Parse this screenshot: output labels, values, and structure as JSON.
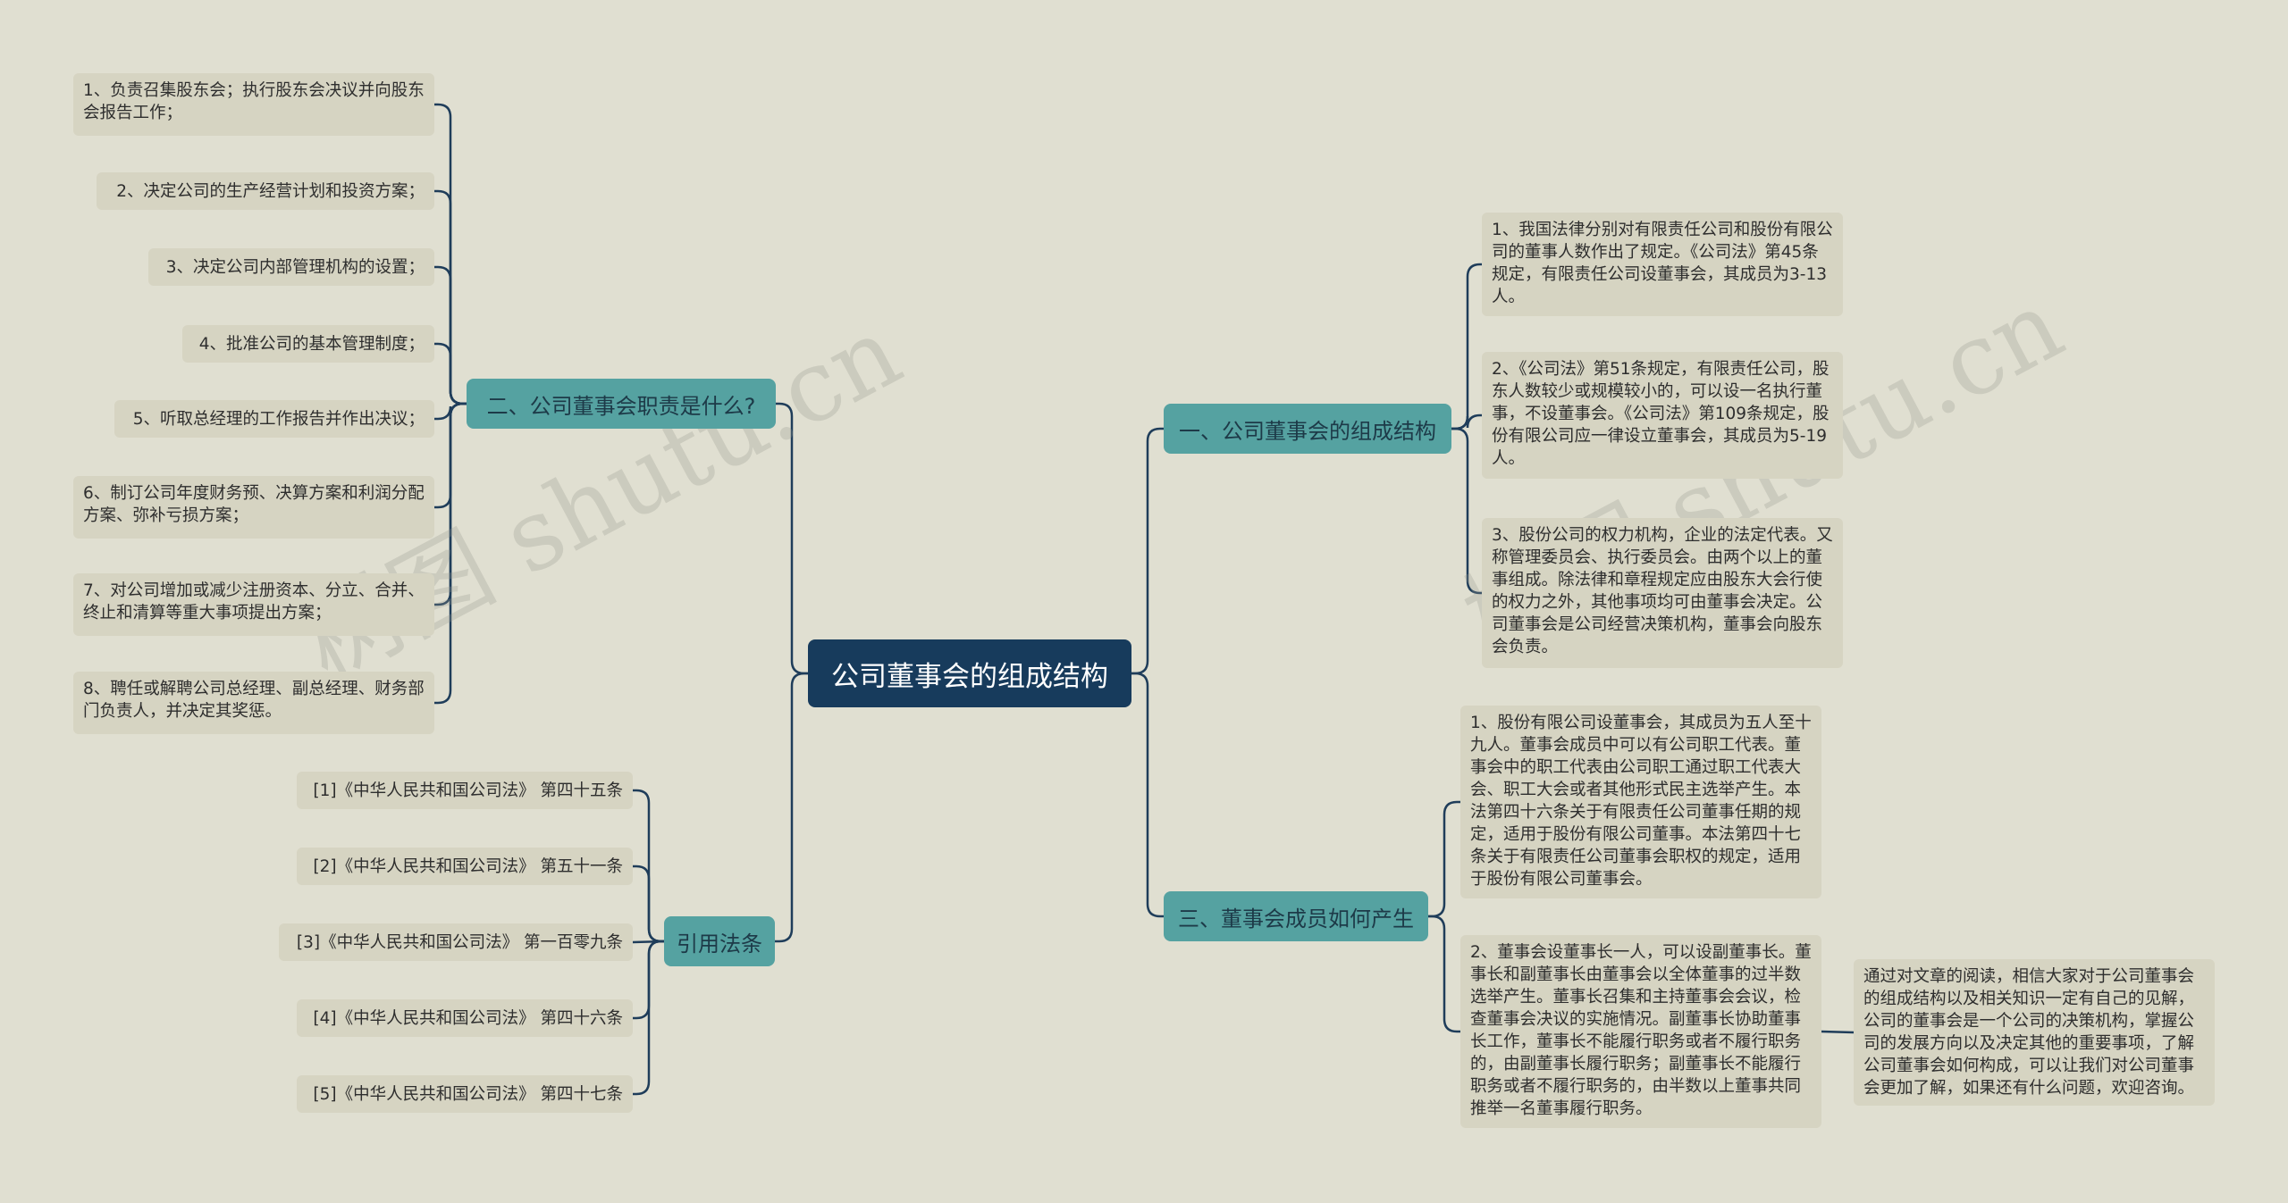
{
  "root": {
    "label": "公司董事会的组成结构"
  },
  "branches": {
    "composition": {
      "label": "一、公司董事会的组成结构",
      "items": [
        "1、我国法律分别对有限责任公司和股份有限公司的董事人数作出了规定。《公司法》第45条规定，有限责任公司设董事会，其成员为3-13人。",
        "2、《公司法》第51条规定，有限责任公司，股东人数较少或规模较小的，可以设一名执行董事，不设董事会。《公司法》第109条规定，股份有限公司应一律设立董事会，其成员为5-19人。",
        "3、股份公司的权力机构，企业的法定代表。又称管理委员会、执行委员会。由两个以上的董事组成。除法律和章程规定应由股东大会行使的权力之外，其他事项均可由董事会决定。公司董事会是公司经营决策机构，董事会向股东会负责。"
      ]
    },
    "duties": {
      "label": "二、公司董事会职责是什么?",
      "items": [
        "1、负责召集股东会；执行股东会决议并向股东会报告工作；",
        "2、决定公司的生产经营计划和投资方案；",
        "3、决定公司内部管理机构的设置；",
        "4、批准公司的基本管理制度；",
        "5、听取总经理的工作报告并作出决议；",
        "6、制订公司年度财务预、决算方案和利润分配方案、弥补亏损方案；",
        "7、对公司增加或减少注册资本、分立、合并、终止和清算等重大事项提出方案；",
        "8、聘任或解聘公司总经理、副总经理、财务部门负责人，并决定其奖惩。"
      ]
    },
    "members": {
      "label": "三、董事会成员如何产生",
      "items": [
        "1、股份有限公司设董事会，其成员为五人至十九人。董事会成员中可以有公司职工代表。董事会中的职工代表由公司职工通过职工代表大会、职工大会或者其他形式民主选举产生。本法第四十六条关于有限责任公司董事任期的规定，适用于股份有限公司董事。本法第四十七条关于有限责任公司董事会职权的规定，适用于股份有限公司董事会。",
        "2、董事会设董事长一人，可以设副董事长。董事长和副董事长由董事会以全体董事的过半数选举产生。董事长召集和主持董事会会议，检查董事会决议的实施情况。副董事长协助董事长工作，董事长不能履行职务或者不履行职务的，由副董事长履行职务；副董事长不能履行职务或者不履行职务的，由半数以上董事共同推举一名董事履行职务。"
      ],
      "summary": "通过对文章的阅读，相信大家对于公司董事会的组成结构以及相关知识一定有自己的见解，公司的董事会是一个公司的决策机构，掌握公司的发展方向以及决定其他的重要事项，了解公司董事会如何构成，可以让我们对公司董事会更加了解，如果还有什么问题，欢迎咨询。"
    },
    "references": {
      "label": "引用法条",
      "items": [
        "[1]《中华人民共和国公司法》 第四十五条",
        "[2]《中华人民共和国公司法》 第五十一条",
        "[3]《中华人民共和国公司法》 第一百零九条",
        "[4]《中华人民共和国公司法》 第四十六条",
        "[5]《中华人民共和国公司法》 第四十七条"
      ]
    }
  },
  "watermark": {
    "text": "树图 shutu.cn"
  },
  "colors": {
    "background": "#e0dfd1",
    "root": "#173b5c",
    "branch": "#55a2a1",
    "leaf": "#d6d4c2",
    "line": "#1f3d5a"
  }
}
